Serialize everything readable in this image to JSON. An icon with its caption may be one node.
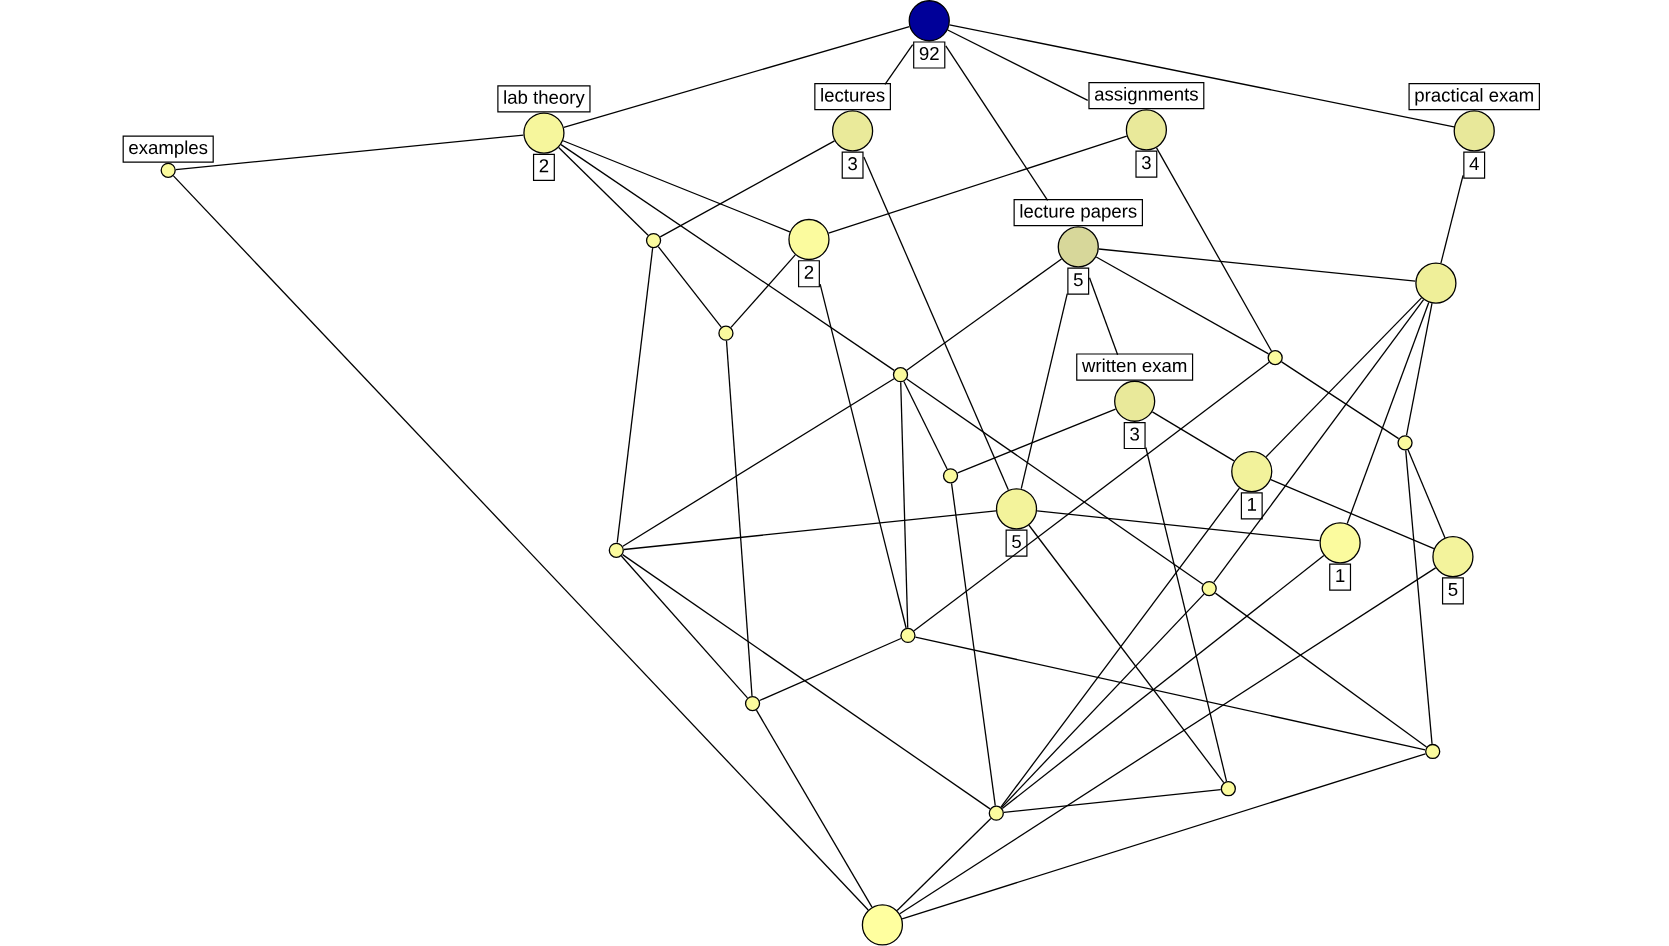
{
  "diagram": {
    "nodes": [
      {
        "text": [],
        "shape": "circle",
        "beside": [
          "92"
        ]
      },
      {
        "text": [],
        "shape": "circle",
        "beside": [
          "lab theory",
          "2"
        ]
      },
      {
        "text": [],
        "shape": "circle",
        "beside": [
          "lectures",
          "3"
        ]
      },
      {
        "text": [],
        "shape": "circle",
        "beside": [
          "assignments",
          "3"
        ]
      },
      {
        "text": [],
        "shape": "circle",
        "beside": [
          "practical exam",
          "4"
        ]
      },
      {
        "text": [],
        "shape": "circle",
        "beside": [
          "examples"
        ]
      },
      {
        "text": [],
        "shape": "circle",
        "beside": [
          "2"
        ]
      },
      {
        "text": [],
        "shape": "circle",
        "beside": [
          "lecture papers",
          "5"
        ]
      },
      {
        "text": [],
        "shape": "circle"
      },
      {
        "text": [],
        "shape": "circle"
      },
      {
        "text": [],
        "shape": "circle"
      },
      {
        "text": [],
        "shape": "circle"
      },
      {
        "text": [],
        "shape": "circle"
      },
      {
        "text": [],
        "shape": "circle",
        "beside": [
          "written exam",
          "3"
        ]
      },
      {
        "text": [],
        "shape": "circle"
      },
      {
        "text": [],
        "shape": "circle"
      },
      {
        "text": [],
        "shape": "circle",
        "beside": [
          "1"
        ]
      },
      {
        "text": [],
        "shape": "circle",
        "beside": [
          "5"
        ]
      },
      {
        "text": [],
        "shape": "circle",
        "beside": [
          "1"
        ]
      },
      {
        "text": [],
        "shape": "circle",
        "beside": [
          "5"
        ]
      },
      {
        "text": [],
        "shape": "circle"
      },
      {
        "text": [],
        "shape": "circle"
      },
      {
        "text": [],
        "shape": "circle"
      },
      {
        "text": [],
        "shape": "circle"
      },
      {
        "text": [],
        "shape": "circle"
      },
      {
        "text": [],
        "shape": "circle"
      },
      {
        "text": [],
        "shape": "circle"
      },
      {
        "text": [],
        "shape": "circle"
      }
    ],
    "edges": [
      {
        "from": 0,
        "to": 1,
        "arrow": "none"
      },
      {
        "from": 0,
        "to": 2,
        "arrow": "none"
      },
      {
        "from": 0,
        "to": 7,
        "arrow": "none"
      },
      {
        "from": 0,
        "to": 3,
        "arrow": "none"
      },
      {
        "from": 0,
        "to": 4,
        "arrow": "none"
      },
      {
        "from": 1,
        "to": 5,
        "arrow": "none"
      },
      {
        "from": 1,
        "to": 8,
        "arrow": "none"
      },
      {
        "from": 1,
        "to": 6,
        "arrow": "none"
      },
      {
        "from": 1,
        "to": 12,
        "arrow": "none"
      },
      {
        "from": 2,
        "to": 8,
        "arrow": "none"
      },
      {
        "from": 2,
        "to": 17,
        "arrow": "none"
      },
      {
        "from": 3,
        "to": 6,
        "arrow": "none"
      },
      {
        "from": 3,
        "to": 11,
        "arrow": "none"
      },
      {
        "from": 4,
        "to": 9,
        "arrow": "none"
      },
      {
        "from": 5,
        "to": 27,
        "arrow": "none"
      },
      {
        "from": 6,
        "to": 10,
        "arrow": "none"
      },
      {
        "from": 6,
        "to": 22,
        "arrow": "none"
      },
      {
        "from": 7,
        "to": 9,
        "arrow": "none"
      },
      {
        "from": 7,
        "to": 12,
        "arrow": "none"
      },
      {
        "from": 7,
        "to": 17,
        "arrow": "none"
      },
      {
        "from": 7,
        "to": 13,
        "arrow": "none"
      },
      {
        "from": 7,
        "to": 11,
        "arrow": "none"
      },
      {
        "from": 8,
        "to": 10,
        "arrow": "none"
      },
      {
        "from": 8,
        "to": 20,
        "arrow": "none"
      },
      {
        "from": 9,
        "to": 14,
        "arrow": "none"
      },
      {
        "from": 9,
        "to": 16,
        "arrow": "none"
      },
      {
        "from": 9,
        "to": 21,
        "arrow": "none"
      },
      {
        "from": 9,
        "to": 18,
        "arrow": "none"
      },
      {
        "from": 10,
        "to": 23,
        "arrow": "none"
      },
      {
        "from": 11,
        "to": 22,
        "arrow": "none"
      },
      {
        "from": 11,
        "to": 14,
        "arrow": "none"
      },
      {
        "from": 12,
        "to": 20,
        "arrow": "none"
      },
      {
        "from": 12,
        "to": 22,
        "arrow": "none"
      },
      {
        "from": 12,
        "to": 15,
        "arrow": "none"
      },
      {
        "from": 12,
        "to": 21,
        "arrow": "none"
      },
      {
        "from": 13,
        "to": 15,
        "arrow": "none"
      },
      {
        "from": 13,
        "to": 16,
        "arrow": "none"
      },
      {
        "from": 13,
        "to": 25,
        "arrow": "none"
      },
      {
        "from": 14,
        "to": 19,
        "arrow": "none"
      },
      {
        "from": 14,
        "to": 24,
        "arrow": "none"
      },
      {
        "from": 15,
        "to": 26,
        "arrow": "none"
      },
      {
        "from": 16,
        "to": 19,
        "arrow": "none"
      },
      {
        "from": 16,
        "to": 26,
        "arrow": "none"
      },
      {
        "from": 17,
        "to": 20,
        "arrow": "none"
      },
      {
        "from": 17,
        "to": 18,
        "arrow": "none"
      },
      {
        "from": 17,
        "to": 25,
        "arrow": "none"
      },
      {
        "from": 18,
        "to": 26,
        "arrow": "none"
      },
      {
        "from": 19,
        "to": 27,
        "arrow": "none"
      },
      {
        "from": 20,
        "to": 23,
        "arrow": "none"
      },
      {
        "from": 20,
        "to": 26,
        "arrow": "none"
      },
      {
        "from": 21,
        "to": 26,
        "arrow": "none"
      },
      {
        "from": 21,
        "to": 24,
        "arrow": "none"
      },
      {
        "from": 22,
        "to": 23,
        "arrow": "none"
      },
      {
        "from": 22,
        "to": 24,
        "arrow": "none"
      },
      {
        "from": 23,
        "to": 27,
        "arrow": "none"
      },
      {
        "from": 24,
        "to": 27,
        "arrow": "none"
      },
      {
        "from": 25,
        "to": 26,
        "arrow": "none"
      },
      {
        "from": 26,
        "to": 27,
        "arrow": "none"
      }
    ]
  }
}
